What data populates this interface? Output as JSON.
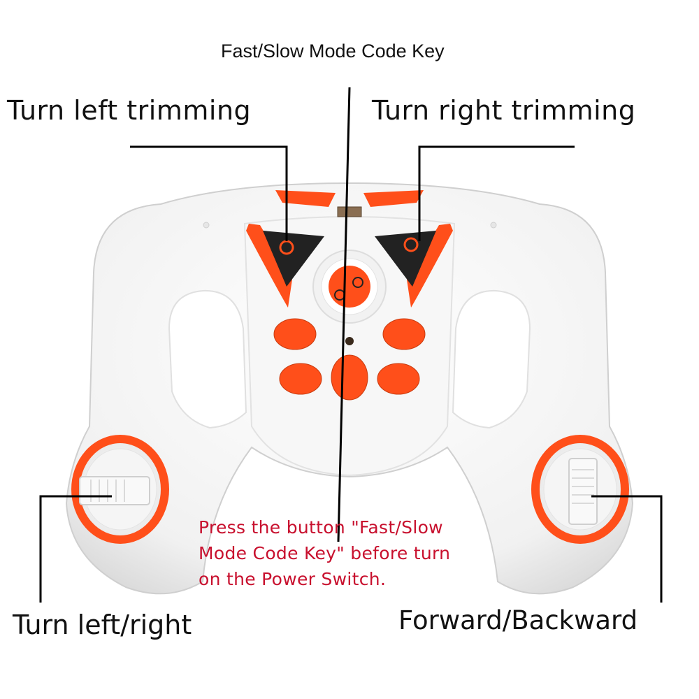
{
  "labels": {
    "fast_slow": "Fast/Slow Mode Code Key",
    "turn_left_trimming": "Turn left trimming",
    "turn_right_trimming": "Turn right trimming",
    "turn_left_right": "Turn left/right",
    "forward_backward": "Forward/Backward"
  },
  "note": {
    "lines": [
      "Press the button \"Fast/Slow",
      "Mode Code Key\" before turn",
      "on the Power Switch."
    ]
  },
  "colors": {
    "accent": "#ff4f1a",
    "note_text": "#c8102e",
    "body": "#f4f4f4",
    "leader_line": "#000000"
  }
}
